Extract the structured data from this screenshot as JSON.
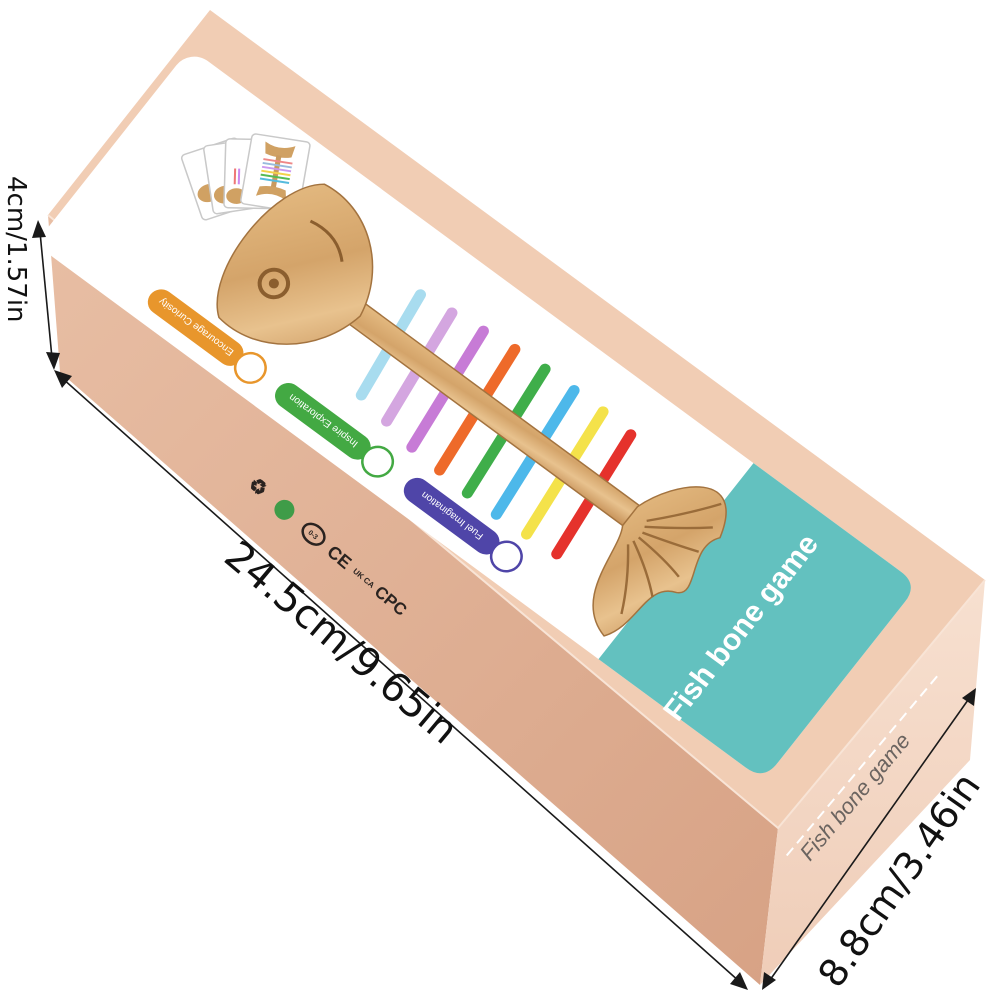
{
  "product": {
    "title": "Fish bone game",
    "side_print": "Fish bone game",
    "colors": {
      "box_top_rim": "#f1cdb4",
      "box_front": "#e0b196",
      "box_end": "#f4d9c7",
      "label_bg": "#ffffff",
      "title_panel": "#63c1bf",
      "wood": "#d7a96e",
      "wood_dark": "#9c6f3c"
    }
  },
  "badges": [
    {
      "label": "Encourage Curiosity",
      "color": "#e8962c"
    },
    {
      "label": "Inspire Exploration",
      "color": "#43a943"
    },
    {
      "label": "Fuel Imagination",
      "color": "#4f45a8"
    }
  ],
  "bones": [
    {
      "color": "#a8dcef"
    },
    {
      "color": "#d4a6e0"
    },
    {
      "color": "#c77bd6"
    },
    {
      "color": "#ee6a2a"
    },
    {
      "color": "#3fae4a"
    },
    {
      "color": "#4db8ea"
    },
    {
      "color": "#f4e24a"
    },
    {
      "color": "#e5322c"
    }
  ],
  "certifications": [
    {
      "name": "recycle-mark",
      "text": "♻"
    },
    {
      "name": "green-dot",
      "text": ""
    },
    {
      "name": "age-warning-mark",
      "text": "0-3"
    },
    {
      "name": "ce-mark",
      "text": "CE"
    },
    {
      "name": "ukca-mark",
      "text": "UK CA"
    },
    {
      "name": "cpc-mark",
      "text": "CPC"
    }
  ],
  "dimensions": {
    "height": "4cm/1.57in",
    "length": "24.5cm/9.65in",
    "width": "8.8cm/3.46in"
  }
}
